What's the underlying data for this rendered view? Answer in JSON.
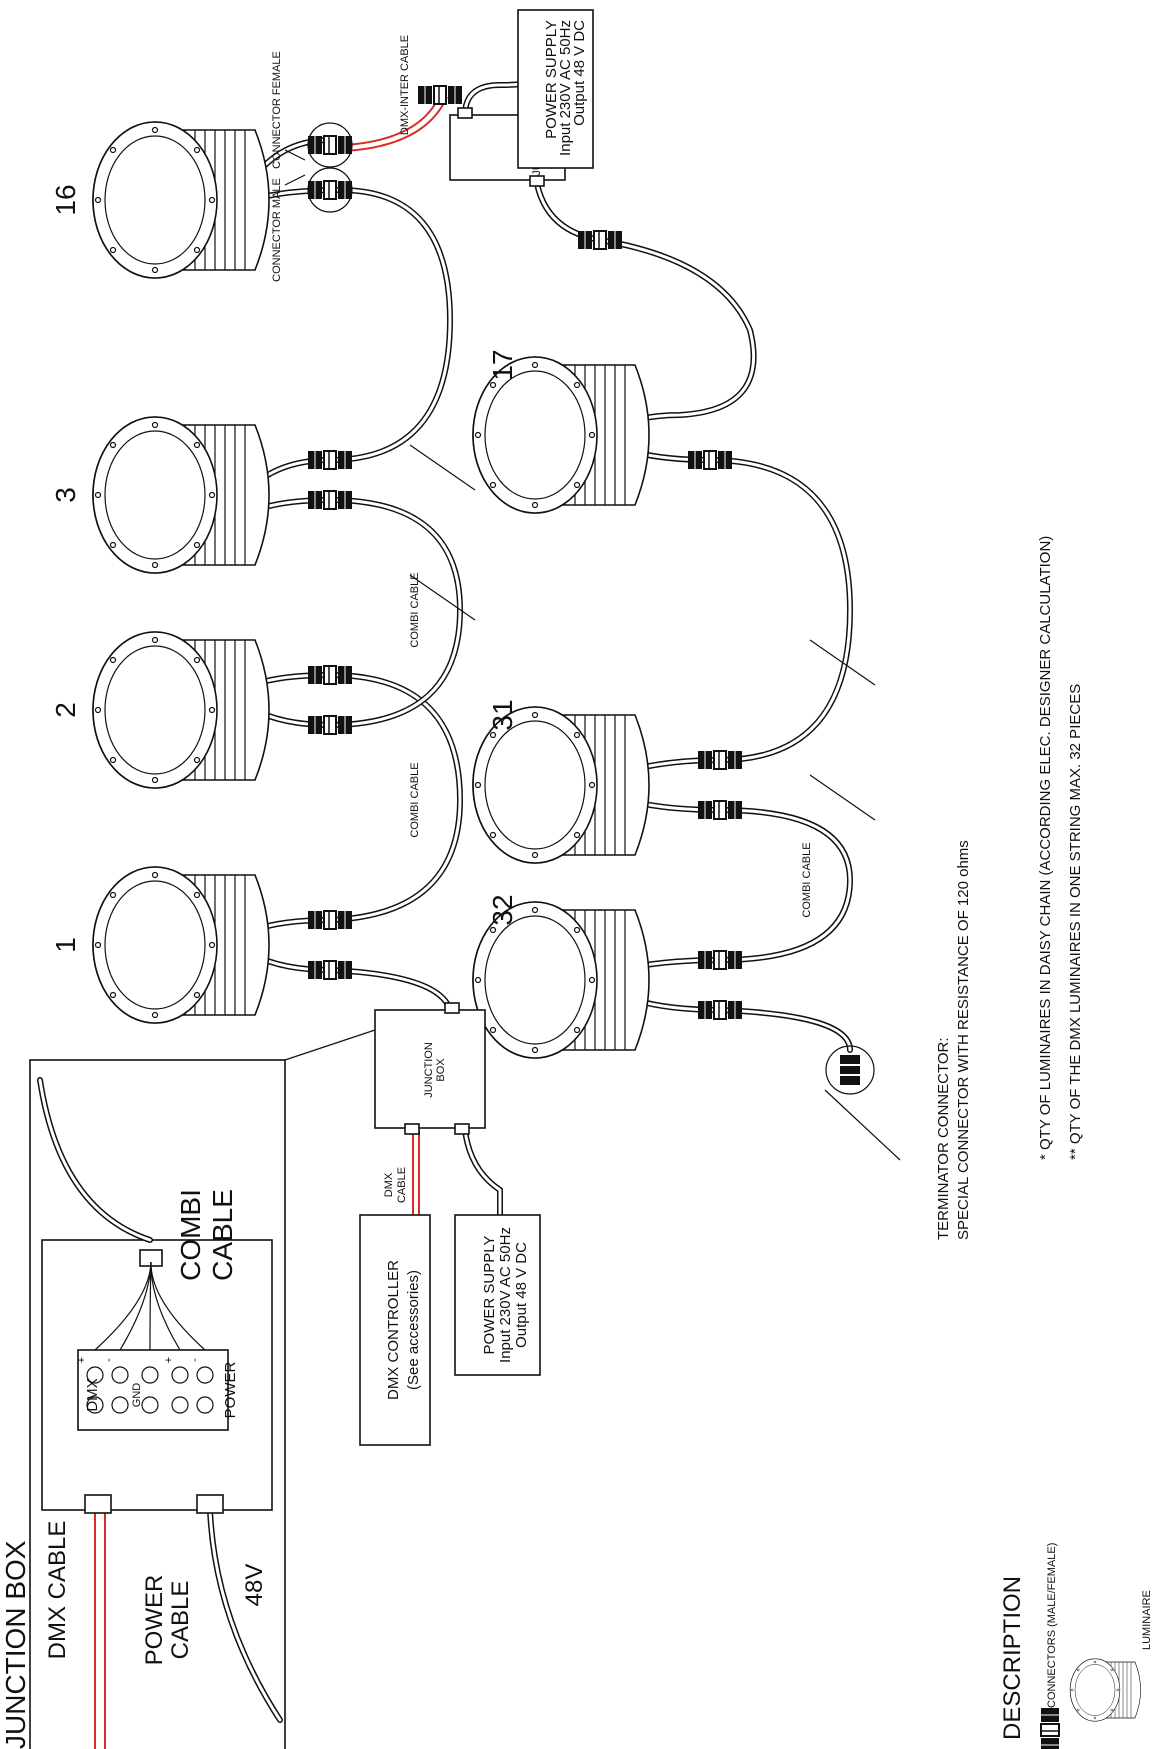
{
  "luminaires": {
    "numbers": [
      "1",
      "2",
      "3",
      "16",
      "17",
      "31",
      "32"
    ]
  },
  "junction_box_detail": {
    "title": "JUNCTION BOX",
    "dmx_cable": "DMX CABLE",
    "power_cable_line1": "POWER",
    "power_cable_line2": "CABLE",
    "voltage": "48V",
    "combi_cable_line1": "COMBI",
    "combi_cable_line2": "CABLE",
    "dmx_label": "DMX",
    "power_label": "POWER",
    "gnd_label": "GND",
    "plus": "+",
    "minus": "-"
  },
  "junction_box": {
    "line1": "JUNCTION",
    "line2": "BOX"
  },
  "dmx_cable_short": {
    "line1": "DMX",
    "line2": "CABLE"
  },
  "dmx_controller": {
    "line1": "DMX CONTROLLER",
    "line2": "(See accessories)"
  },
  "power_supply": {
    "line1": "POWER SUPPLY",
    "line2": "Input 230V AC 50Hz",
    "line3": "Output 48 V DC"
  },
  "cable_labels": {
    "combi": "COMBI CABLE",
    "dmx_inter": "DMX-INTER CABLE",
    "connector_female": "CONNECTOR FEMALE",
    "connector_male": "CONNECTOR MALE"
  },
  "terminator": {
    "line1": "TERMINATOR CONNECTOR:",
    "line2": "SPECIAL CONNECTOR WITH RESISTANCE OF 120 ohms"
  },
  "notes": {
    "note1": "* QTY OF LUMINAIRES IN DAISY CHAIN  (ACCORDING ELEC. DESIGNER CALCULATION)",
    "note2": "** QTY OF THE DMX LUMINAIRES IN ONE STRING MAX. 32 PIECES"
  },
  "legend": {
    "title": "DESCRIPTION",
    "connectors": "CONNECTORS (MALE/FEMALE)",
    "luminaire": "LUMINAIRE"
  },
  "colors": {
    "line": "#111111",
    "dmx_wire": "#d92b2b",
    "background": "#ffffff"
  }
}
